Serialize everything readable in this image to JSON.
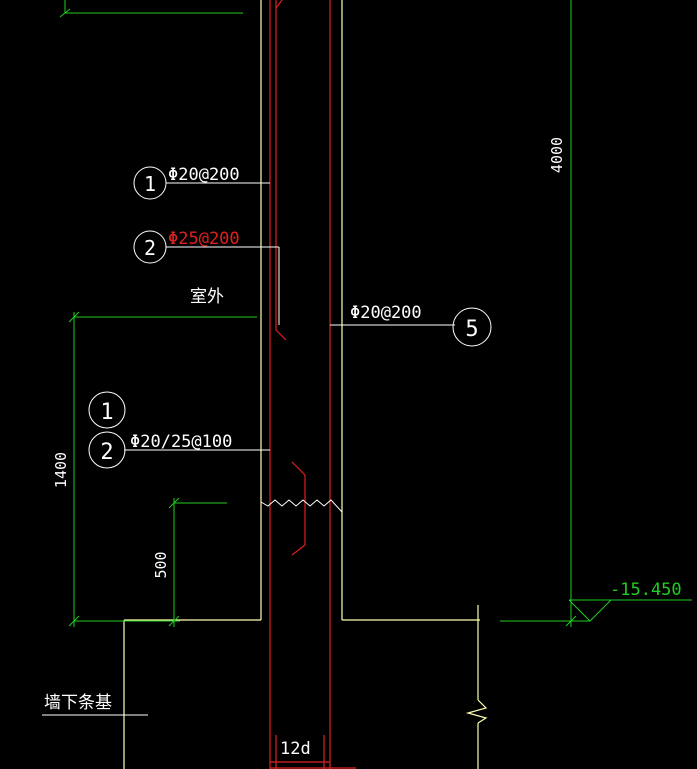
{
  "colors": {
    "background": "#000000",
    "wall": "#FFFFB0",
    "rebar_red": "#E02020",
    "dimension": "#22CC22",
    "annotation": "#FFFFFF",
    "label_red": "#E02020",
    "elevation": "#22CC22"
  },
  "callouts": [
    {
      "marker": "1",
      "text": "Φ20@200"
    },
    {
      "marker": "2",
      "text": "Φ25@200"
    },
    {
      "marker": "5",
      "text": "Φ20@200"
    },
    {
      "markers": [
        "1",
        "2"
      ],
      "text": "Φ20/25@100"
    }
  ],
  "labels": {
    "outside": "室外",
    "strip_foundation": "墙下条基",
    "anchorage": "12d"
  },
  "dimensions": {
    "wall_height": "4000",
    "left_height": "1400",
    "splice_height": "500"
  },
  "elevation": "-15.450"
}
